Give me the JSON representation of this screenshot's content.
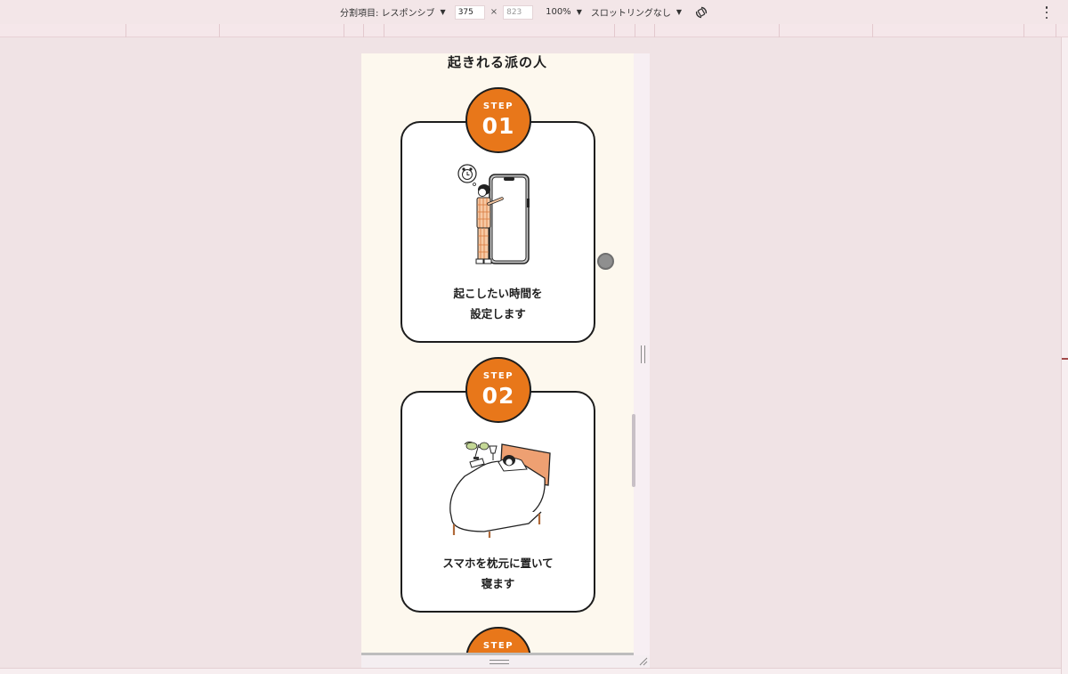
{
  "devtools": {
    "dimensions_label": "分割項目: レスポンシブ",
    "width_value": "375",
    "times": "×",
    "height_placeholder": "823",
    "zoom": "100%",
    "throttling": "スロットリングなし"
  },
  "page": {
    "section_title": "起きれる派の人",
    "steps": [
      {
        "step_label": "STEP",
        "number": "01",
        "text_line1": "起こしたい時間を",
        "text_line2": "設定します"
      },
      {
        "step_label": "STEP",
        "number": "02",
        "text_line1": "スマホを枕元に置いて",
        "text_line2": "寝ます"
      },
      {
        "step_label": "STEP"
      }
    ]
  },
  "colors": {
    "accent": "#e8771a",
    "page_bg": "#fdf8ee",
    "outside_bg": "#f0e3e5"
  },
  "icons": [
    "rotate-icon",
    "more-vert-icon",
    "caret-down-icon",
    "alarm-clock-icon",
    "resize-grip-icon"
  ]
}
